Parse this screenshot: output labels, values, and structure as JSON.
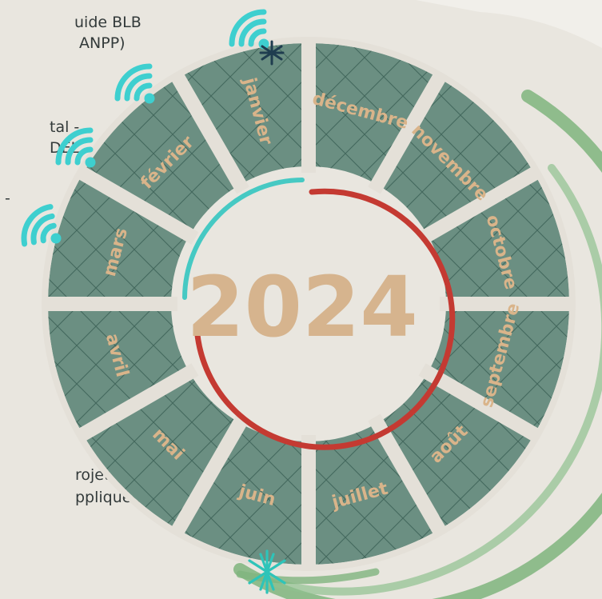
{
  "year": "2024",
  "months": [
    "janvier",
    "février",
    "mars",
    "avril",
    "mai",
    "juin",
    "juillet",
    "août",
    "septembre",
    "octobre",
    "novembre",
    "décembre"
  ],
  "side_texts": [
    "uide BLB",
    " ANPP)",
    "tal -",
    "DEL",
    "-",
    "rojet  de",
    "ppliquée"
  ],
  "colors": {
    "background": "#e9e6df",
    "segment": "#6b8f82",
    "month_label": "#d9b48a",
    "year": "#d6b48e",
    "ring_gap": "#e4e0d8",
    "arc_teal": "#46c9c3",
    "arc_red": "#c43a32",
    "brush_green": "#7fb47e",
    "signal": "#3ecfcf",
    "star_dark": "#1f3d4f",
    "star_teal": "#2ec4b9"
  },
  "icons": [
    "wifi-signal-icon",
    "star-icon"
  ]
}
